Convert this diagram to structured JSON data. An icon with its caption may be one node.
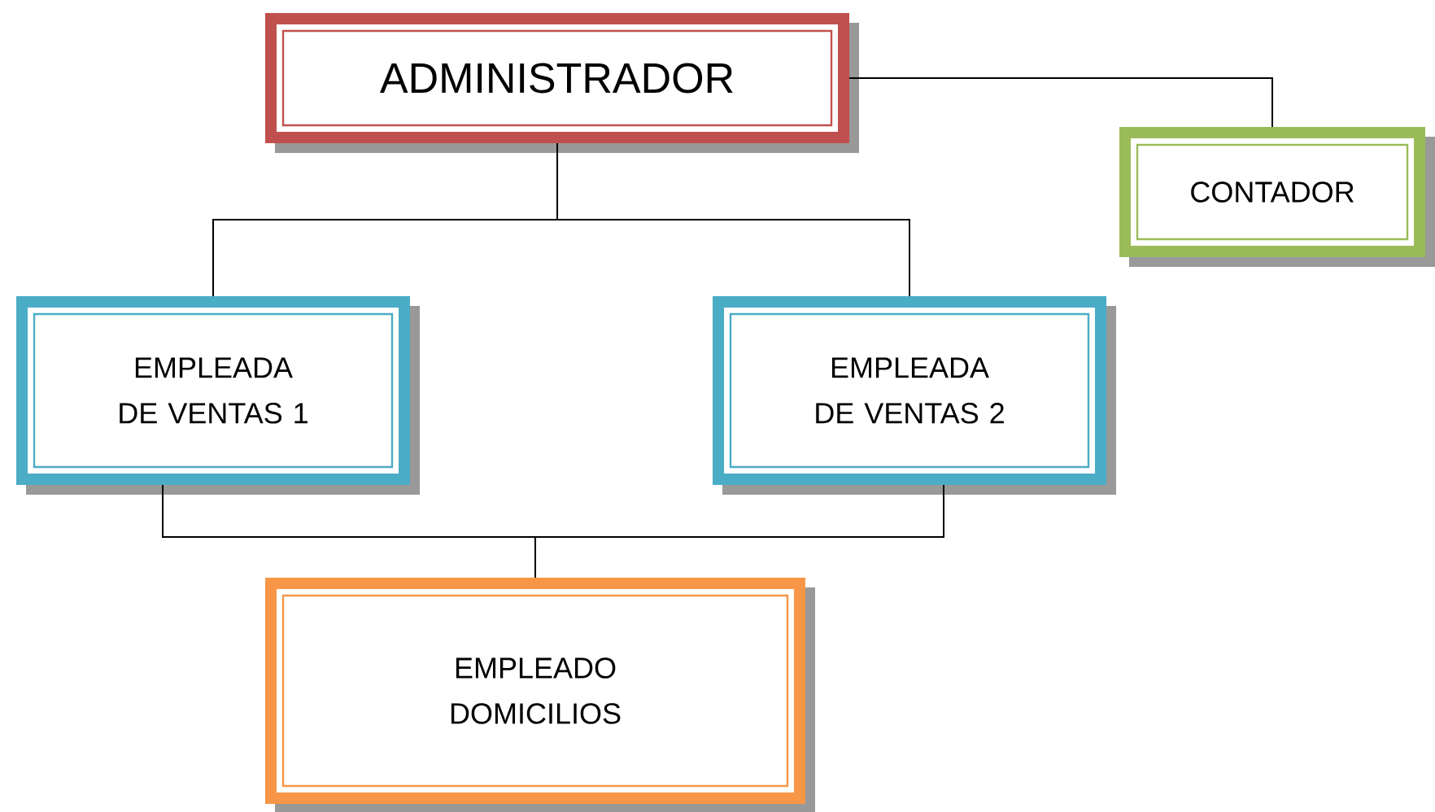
{
  "diagram": {
    "nodes": [
      {
        "text": [
          "ADMINISTRADOR"
        ]
      },
      {
        "text": [
          "CONTADOR"
        ]
      },
      {
        "text": [
          "EMPLEADA DE VENTAS 1"
        ]
      },
      {
        "text": [
          "EMPLEADA DE VENTAS 2"
        ]
      },
      {
        "text": [
          "EMPLEADO DOMICILIOS"
        ]
      }
    ],
    "edges": [
      {
        "from": 0,
        "to": 1,
        "arrow": "none"
      },
      {
        "from": 0,
        "to": 2,
        "arrow": "none"
      },
      {
        "from": 0,
        "to": 3,
        "arrow": "none"
      },
      {
        "from": 2,
        "to": 4,
        "arrow": "none"
      },
      {
        "from": 3,
        "to": 4,
        "arrow": "none"
      }
    ]
  }
}
